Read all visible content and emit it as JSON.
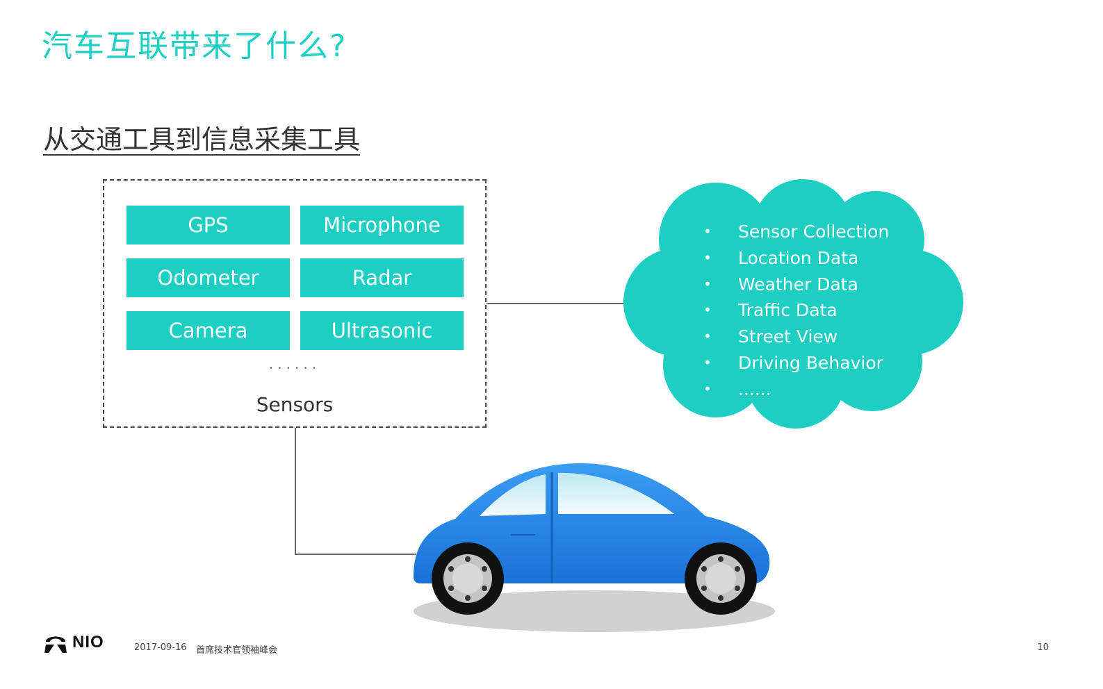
{
  "slide": {
    "title": "汽车互联带来了什么?",
    "subtitle": "从交通工具到信息采集工具"
  },
  "sensors": {
    "tiles": [
      "GPS",
      "Microphone",
      "Odometer",
      "Radar",
      "Camera",
      "Ultrasonic"
    ],
    "ellipsis": "······",
    "label": "Sensors"
  },
  "cloud": {
    "items": [
      "Sensor Collection",
      "Location Data",
      "Weather Data",
      "Traffic Data",
      "Street View",
      "Driving Behavior",
      "......"
    ]
  },
  "footer": {
    "brand": "NIO",
    "date": "2017-09-16",
    "event": "首席技术官领袖峰会",
    "page": "10"
  },
  "colors": {
    "accent": "#1ccfc2",
    "car_body": "#2a8be8",
    "text": "#333333"
  },
  "icons": {
    "logo": "nio-logo-icon",
    "vehicle": "car-illustration"
  }
}
